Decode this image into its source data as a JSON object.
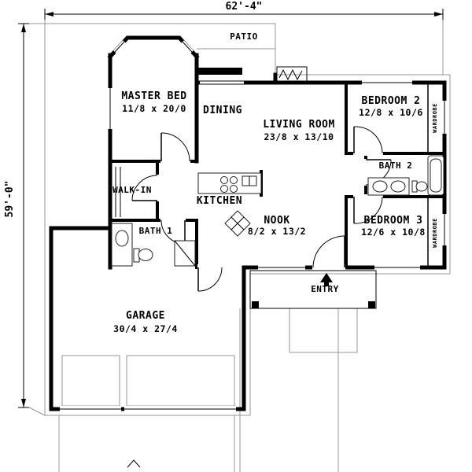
{
  "plan": {
    "dims": {
      "width_label": "62'-4\"",
      "height_label": "59'-0\""
    },
    "rooms": {
      "master": {
        "name": "MASTER BED",
        "size": "11/8 x 20/0"
      },
      "patio": {
        "name": "PATIO"
      },
      "dining": {
        "name": "DINING"
      },
      "living": {
        "name": "LIVING ROOM",
        "size": "23/8 x 13/10"
      },
      "bedroom2": {
        "name": "BEDROOM 2",
        "size": "12/8 x 10/6"
      },
      "bath2": {
        "name": "BATH 2"
      },
      "walkin": {
        "name": "WALK-IN"
      },
      "kitchen": {
        "name": "KITCHEN"
      },
      "nook": {
        "name": "NOOK",
        "size": "8/2 x 13/2"
      },
      "bath1": {
        "name": "BATH 1"
      },
      "bedroom3": {
        "name": "BEDROOM 3",
        "size": "12/6 x 10/8"
      },
      "entry": {
        "name": "ENTRY"
      },
      "garage": {
        "name": "GARAGE",
        "size": "30/4 x 27/4"
      },
      "wardrobe_a": {
        "name": "WARDROBE"
      },
      "wardrobe_b": {
        "name": "WARDROBE"
      }
    },
    "colors": {
      "wall": "#000000",
      "site_line": "#979797",
      "background": "#ffffff"
    }
  }
}
